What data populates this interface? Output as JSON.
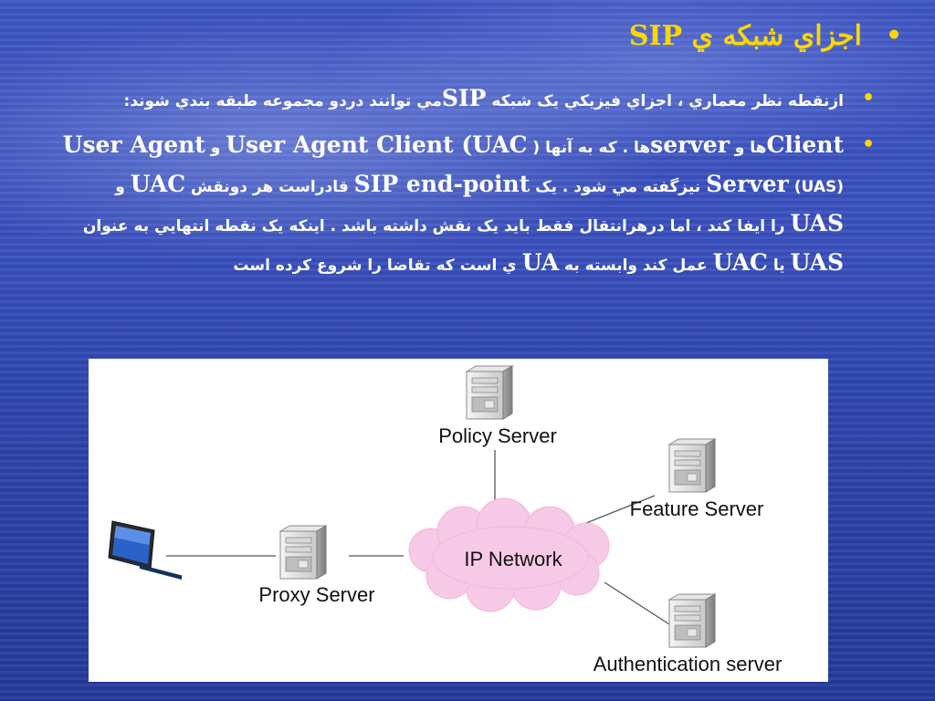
{
  "title": "اجزاي شبکه ي SIP",
  "bullets": [
    {
      "parts": [
        "ازنقطه نظر معماري ، اجزاي فيزيکي يک شبکه ",
        "SIP",
        "مي توانند دردو مجموعه طبقه بندي شوند:"
      ]
    },
    {
      "parts": [
        "Client",
        "ها و ",
        "server",
        "ها . که به آنها ( ",
        "User Agent Client",
        " (UAC",
        " و ",
        "User Agent Server",
        " (UAS) نيزگفته مي شود . يک ",
        "SIP end-point",
        " قادراست هر دونقش ",
        "UAC",
        " و ",
        "UAS",
        " را ايفا کند ، اما درهرانتقال فقط بايد يک نقش داشته باشد . اينکه يک نقطه انتهايي به عنوان ",
        "UAS",
        " يا ",
        "UAC",
        " عمل کند وابسته به ",
        "UA",
        " ي است که تقاضا را شروع کرده است"
      ]
    }
  ],
  "diagram": {
    "nodes": {
      "policy": "Policy Server",
      "feature": "Feature Server",
      "proxy": "Proxy Server",
      "auth": "Authentication server",
      "network": "IP Network"
    }
  }
}
